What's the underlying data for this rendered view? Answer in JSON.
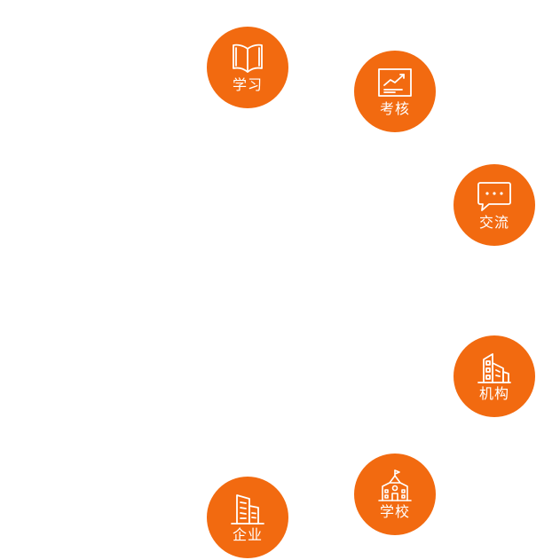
{
  "colors": {
    "node_fill": "#f26a10",
    "icon_text": "#ffffff",
    "background": "#ffffff"
  },
  "nodes": [
    {
      "label": "学习",
      "icon": "open-book-icon"
    },
    {
      "label": "考核",
      "icon": "chart-board-icon"
    },
    {
      "label": "交流",
      "icon": "chat-bubble-icon"
    },
    {
      "label": "机构",
      "icon": "buildings-icon"
    },
    {
      "label": "学校",
      "icon": "school-building-icon"
    },
    {
      "label": "企业",
      "icon": "office-building-icon"
    }
  ]
}
